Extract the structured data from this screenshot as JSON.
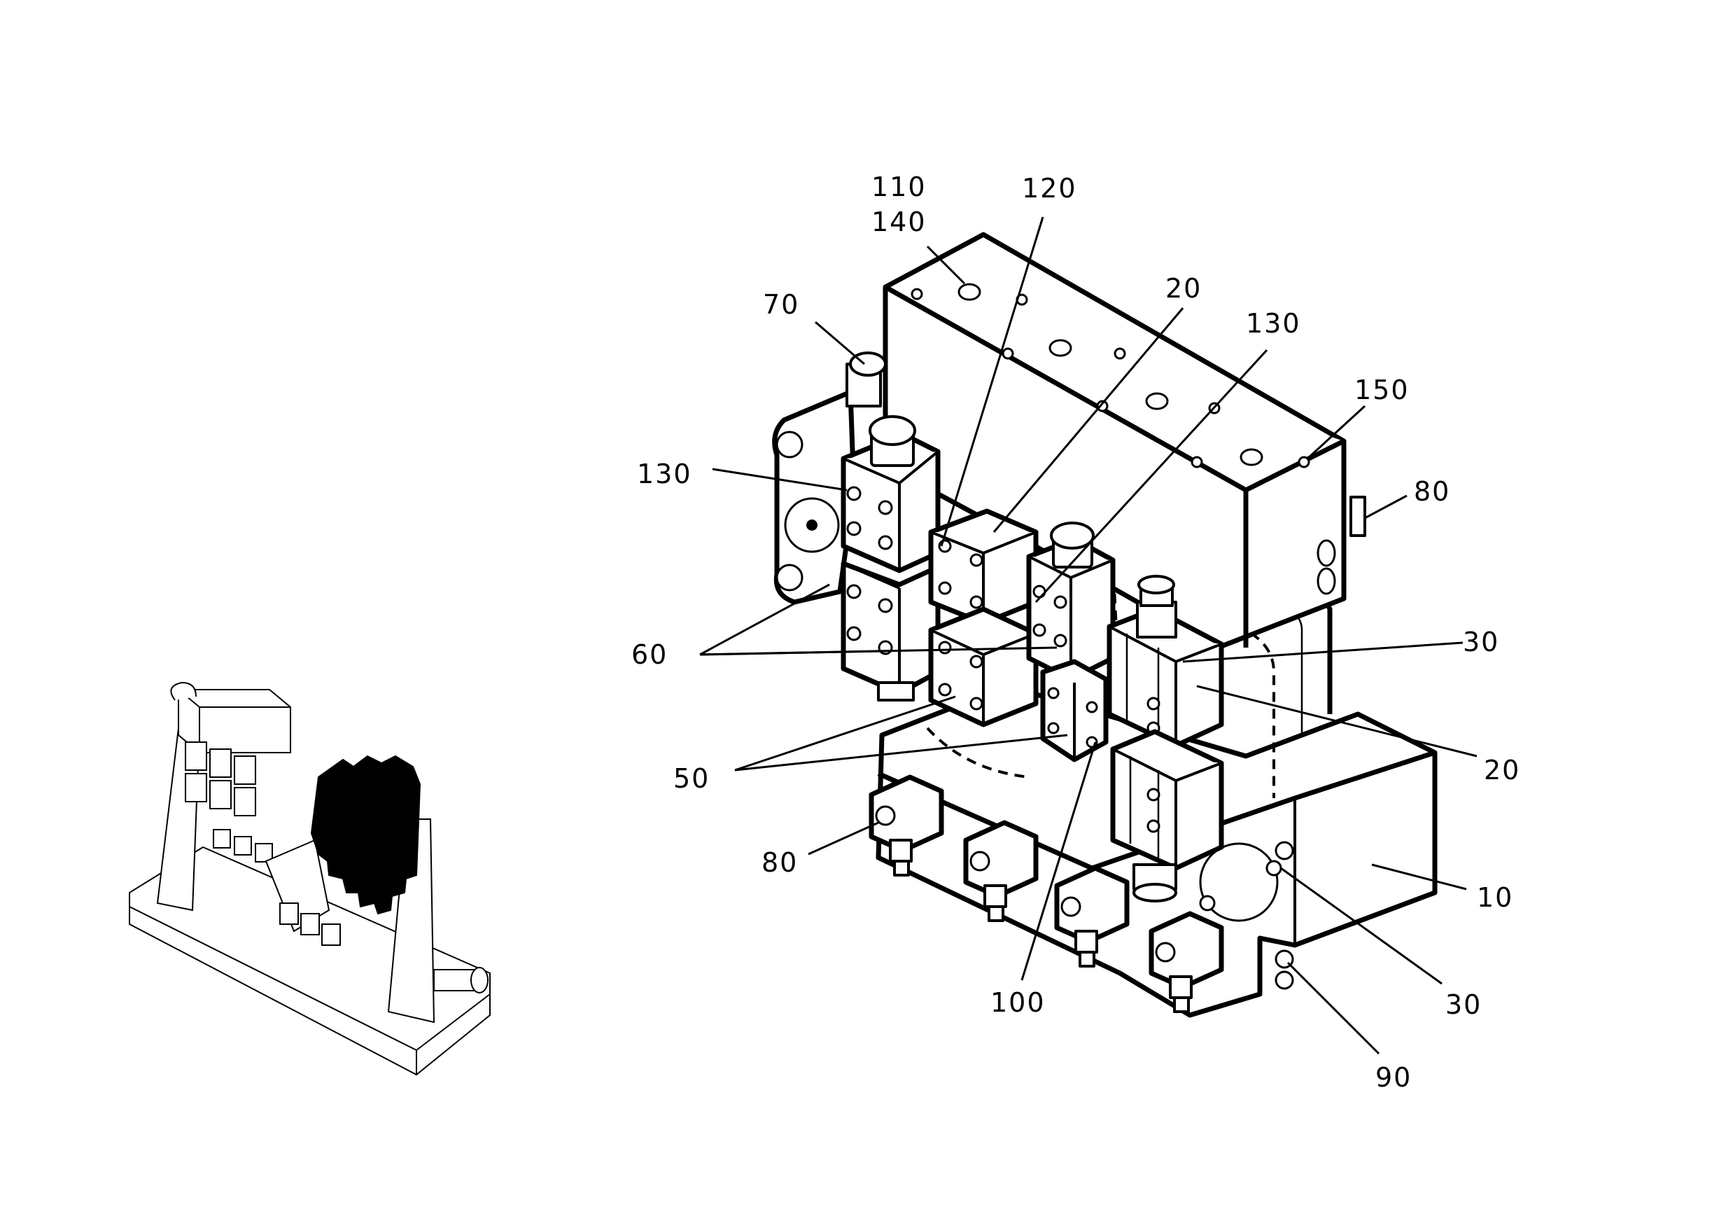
{
  "diagram": {
    "callouts": [
      {
        "id": "c110",
        "text": "110"
      },
      {
        "id": "c140",
        "text": "140"
      },
      {
        "id": "c120",
        "text": "120"
      },
      {
        "id": "c20top",
        "text": "20"
      },
      {
        "id": "c130top",
        "text": "130"
      },
      {
        "id": "c150",
        "text": "150"
      },
      {
        "id": "c70",
        "text": "70"
      },
      {
        "id": "c130left",
        "text": "130"
      },
      {
        "id": "c80right",
        "text": "80"
      },
      {
        "id": "c60",
        "text": "60"
      },
      {
        "id": "c30right",
        "text": "30"
      },
      {
        "id": "c50",
        "text": "50"
      },
      {
        "id": "c20right",
        "text": "20"
      },
      {
        "id": "c80left",
        "text": "80"
      },
      {
        "id": "c10",
        "text": "10"
      },
      {
        "id": "c100",
        "text": "100"
      },
      {
        "id": "c30bottom",
        "text": "30"
      },
      {
        "id": "c90",
        "text": "90"
      }
    ]
  }
}
